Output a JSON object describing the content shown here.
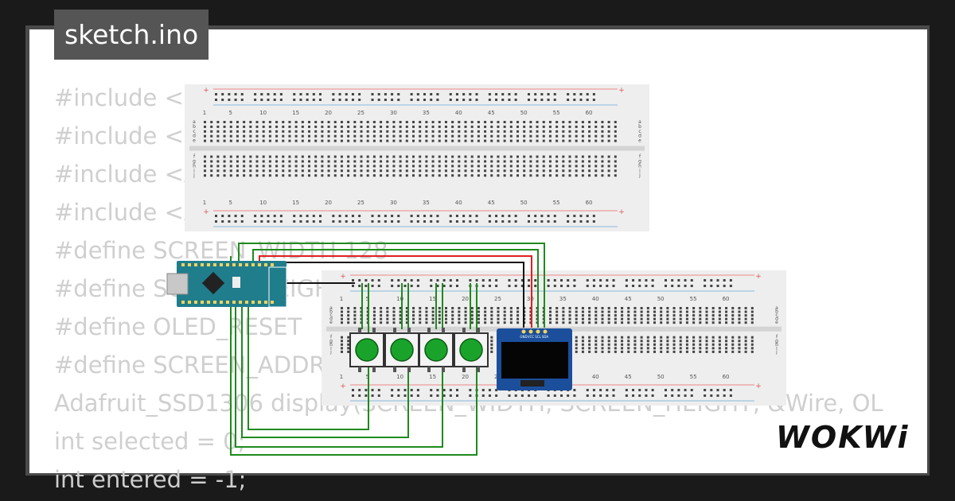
{
  "window": {
    "title": "sketch.ino"
  },
  "code_lines": [
    "#include <S",
    "#include <W",
    "#include <A",
    "#include <A",
    "#define SCREEN_WIDTH 128",
    "#define SCREEN_HEIGHT",
    "#define OLED_RESET",
    "#define SCREEN_ADDR",
    "Adafruit_SSD1306 display(SCREEN_WIDTH, SCREEN_HEIGHT, &Wire, OL",
    "int selected = 0;",
    "int entered = -1;"
  ],
  "breadboard_top": {
    "column_numbers": [
      "1",
      "5",
      "10",
      "15",
      "20",
      "25",
      "30",
      "35",
      "40",
      "45",
      "50",
      "55",
      "60"
    ],
    "row_letters_upper": [
      "a",
      "b",
      "c",
      "d",
      "e"
    ],
    "row_letters_lower": [
      "f",
      "g",
      "h",
      "i",
      "j"
    ]
  },
  "breadboard_main": {
    "column_numbers": [
      "1",
      "5",
      "10",
      "15",
      "20",
      "25",
      "30",
      "35",
      "40",
      "45",
      "50",
      "55",
      "60"
    ],
    "row_letters_upper": [
      "a",
      "b",
      "c",
      "d",
      "e"
    ],
    "row_letters_lower": [
      "f",
      "g",
      "h",
      "i",
      "j"
    ]
  },
  "oled": {
    "pin_labels": [
      "GND",
      "VCC",
      "SCL",
      "SDA"
    ]
  },
  "colors": {
    "wire_green": "#1f8a1f",
    "wire_red": "#e02020",
    "wire_black": "#111111",
    "button_green": "#1aa32a",
    "nano_blue": "#1f7d8c"
  },
  "brand": {
    "logo_text": "WOKWi"
  }
}
